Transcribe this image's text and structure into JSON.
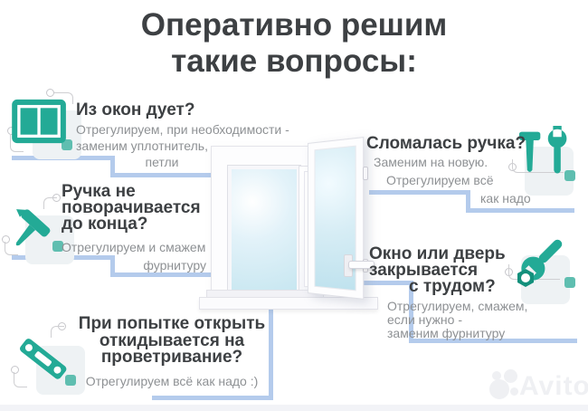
{
  "title": {
    "lines": [
      "Оперативно решим",
      "такие вопросы:"
    ]
  },
  "sections": [
    {
      "id": "window-draft",
      "icon": "window-icon",
      "heading_lines": [
        "Из окон дует?"
      ],
      "body_lines": [
        "Отрегулируем, при необходимости -",
        "заменим уплотнитель,",
        "петли"
      ]
    },
    {
      "id": "handle-not-turning",
      "icon": "hammer-icon",
      "heading_lines": [
        "Ручка не",
        "поворачивается",
        "до конца?"
      ],
      "body_lines": [
        "Отрегулируем и смажем",
        "фурнитуру"
      ]
    },
    {
      "id": "broken-handle",
      "icon": "hammer-wrench-icon",
      "heading_lines": [
        "Сломалась ручка?"
      ],
      "body_lines": [
        "Заменим на новую.",
        "Отрегулируем всё",
        "как надо"
      ]
    },
    {
      "id": "hard-to-close",
      "icon": "adjustable-wrench-icon",
      "heading_lines": [
        "Окно или дверь",
        "закрывается",
        "с трудом?"
      ],
      "body_lines": [
        "Отрегулируем, смажем,",
        "если нужно -",
        "заменим фурнитуру"
      ]
    },
    {
      "id": "tilts-when-opening",
      "icon": "spirit-level-icon",
      "heading_lines": [
        "При попытке открыть",
        "откидывается на",
        "проветривание?"
      ],
      "body_lines": [
        "Отрегулируем всё как надо :)"
      ]
    }
  ],
  "watermark": {
    "text": "Avito"
  },
  "colors": {
    "accent_teal": "#23aa96",
    "teal_dot": "#5fbeb0",
    "connector_blue": "#b4cbec",
    "heading_text": "#3d4043",
    "body_text": "#8e9194",
    "glass_blue": "#c6e6f0"
  }
}
